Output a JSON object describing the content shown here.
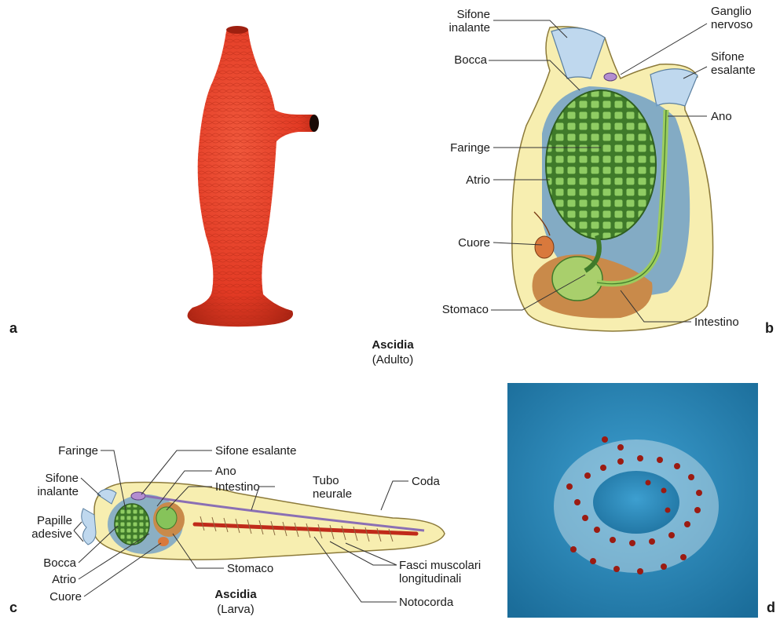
{
  "panel_a": {
    "letter": "a"
  },
  "panel_b": {
    "letter": "b",
    "labels": {
      "sifone_inalante": [
        "Sifone",
        "inalante"
      ],
      "ganglio": [
        "Ganglio",
        "nervoso"
      ],
      "sifone_esalante": [
        "Sifone",
        "esalante"
      ],
      "bocca": "Bocca",
      "ano": "Ano",
      "faringe": "Faringe",
      "atrio": "Atrio",
      "cuore": "Cuore",
      "stomaco": "Stomaco",
      "intestino": "Intestino"
    }
  },
  "caption_adult": {
    "title": "Ascidia",
    "subtitle": "(Adulto)"
  },
  "panel_c": {
    "letter": "c",
    "labels": {
      "faringe": "Faringe",
      "sifone_esalante": "Sifone esalante",
      "ano": "Ano",
      "intestino": "Intestino",
      "tubo_neurale": [
        "Tubo",
        "neurale"
      ],
      "coda": "Coda",
      "sifone_inalante": [
        "Sifone",
        "inalante"
      ],
      "papille": [
        "Papille",
        "adesive"
      ],
      "bocca": "Bocca",
      "atrio": "Atrio",
      "cuore": "Cuore",
      "stomaco": "Stomaco",
      "fasci": [
        "Fasci muscolari",
        "longitudinali"
      ],
      "notocorda": "Notocorda"
    }
  },
  "caption_larva": {
    "title": "Ascidia",
    "subtitle": "(Larva)"
  },
  "panel_d": {
    "letter": "d"
  },
  "colors": {
    "adult_body": "#e23a24",
    "tunic": "#f7eeb0",
    "atrium": "#6f9fc8",
    "pharynx": "#86c35a",
    "pharynx_dark": "#3f7a2a",
    "stomach": "#c98a4a",
    "photo_bg": "#2a86b6"
  }
}
